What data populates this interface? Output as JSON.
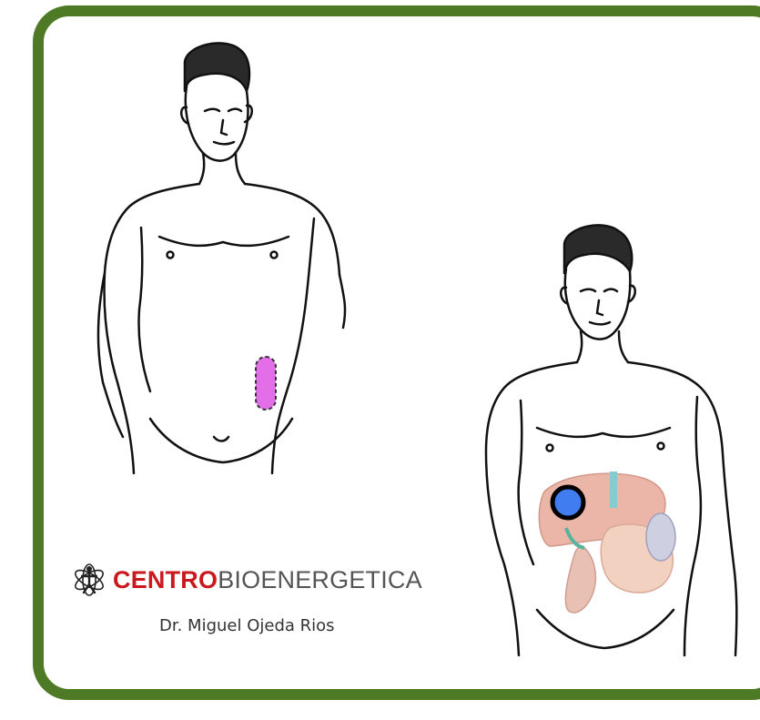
{
  "brand": {
    "name_bold": "CENTRO",
    "name_light": "BIOENERGETICA",
    "doctor": "Dr. Miguel Ojeda Rios"
  },
  "colors": {
    "frame": "#4e7a25",
    "brand_red": "#c9191f",
    "marker_magenta": "#e26ee8",
    "marker_blue": "#3f7df0"
  },
  "icons": [
    "body-figure-left",
    "body-figure-right",
    "magenta-marker",
    "blue-dot-marker",
    "abdominal-organs",
    "brand-logo-icon"
  ]
}
